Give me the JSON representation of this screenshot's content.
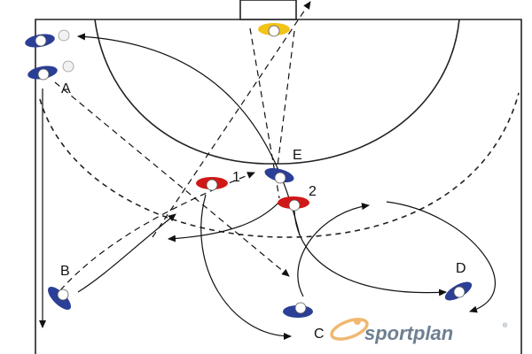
{
  "diagram": {
    "player_labels": {
      "a": "A",
      "b": "B",
      "c": "C",
      "d": "D",
      "e": "E"
    },
    "defender_labels": {
      "one": "1",
      "two": "2"
    },
    "colors": {
      "attacker": "#2b3f96",
      "defender": "#d01818",
      "goalkeeper": "#f2c418",
      "line": "#222222",
      "logo_ring": "#f0b870"
    }
  },
  "branding": {
    "logo_text": "sportplan",
    "registered": "®"
  }
}
